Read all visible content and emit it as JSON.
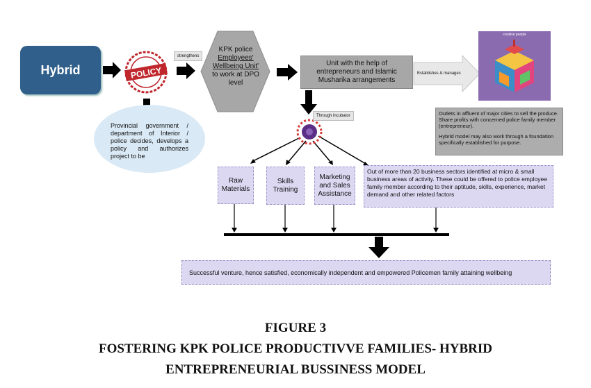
{
  "hybrid_label": "Hybrid",
  "policy_label": "POLICY",
  "strengthens_label": "strengthens",
  "kpk_unit_text": [
    "KPK police",
    "Employees'",
    "Wellbeing Unit'",
    "to work at DPO",
    "level"
  ],
  "unit_text": "Unit with the help of entrepreneurs and Islamic Musharika arrangements",
  "establishes_label": "Establishes & manages",
  "image_caption": "creative people",
  "provincial_text": "Provincial government / department of Interior / police decides, develops a policy and authorizes project to be",
  "outlets_text_1": "Outlets in affluent of major cities to sell the produce. Share profits with concerned police family member (entrepreneur).",
  "outlets_text_2": "Hybrid model may also work through a foundation specifically established for purpose.",
  "incubator_label": "Through incubator",
  "raw_materials": "Raw Materials",
  "skills_training": "Skills Training",
  "marketing_sales": "Marketing and Sales Assistance",
  "sectors_text": "Out of more than 20 business sectors identified at micro & small business areas of activity. These could be offered to police employee family member according to their aptitude, skills, experience, market demand and other related factors",
  "success_text": "Successful venture, hence satisfied, economically independent and empowered Policemen family attaining wellbeing",
  "figure_number": "FIGURE 3",
  "figure_title_line1": "FOSTERING KPK POLICE PRODUCTIVVE FAMILIES- HYBRID",
  "figure_title_line2": "ENTREPRENEURIAL BUSSINESS MODEL",
  "colors": {
    "hybrid_box": "#2f5f8a",
    "grey_box": "#a7a7a7",
    "purple_box": "#dcd8f2",
    "policy_red": "#c0272d"
  }
}
